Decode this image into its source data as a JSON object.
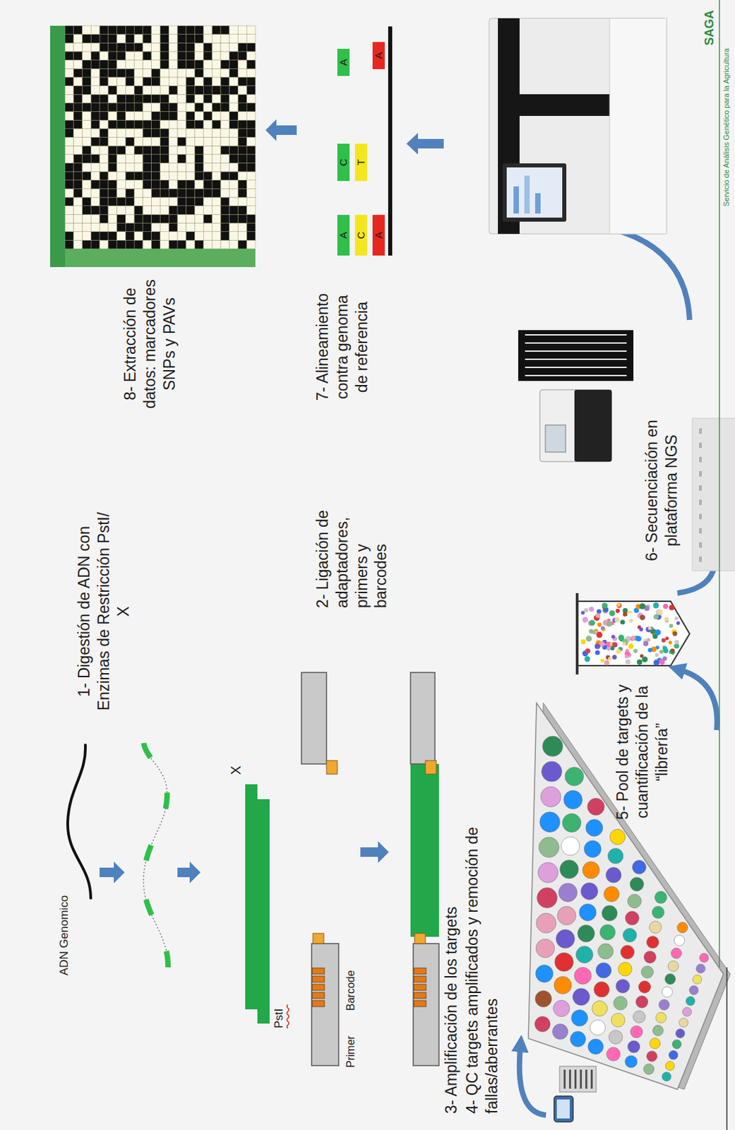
{
  "diagram": {
    "labels": [
      "ADN Genomico",
      "1- Digestión de ADN con Enzimas de Restricción PstI/ X",
      "PstI",
      "X",
      "Primer",
      "Barcode",
      "2- Ligación de adaptadores, primers y barcodes",
      "3- Amplificación de los targets",
      "4- QC targets amplificados y remoción de fallas/aberrantes",
      "5- Pool de targets y cuantificación de la “librería”",
      "6- Secuenciación en plataforma NGS",
      "7- Alineamiento contra genoma de referencia",
      "8- Extracción de datos: marcadores SNPs y PAVs",
      "A",
      "C",
      "A",
      "C",
      "T",
      "A",
      "A",
      "SAGA",
      "Servicio de Análisis Genético para la Agricultura"
    ]
  }
}
